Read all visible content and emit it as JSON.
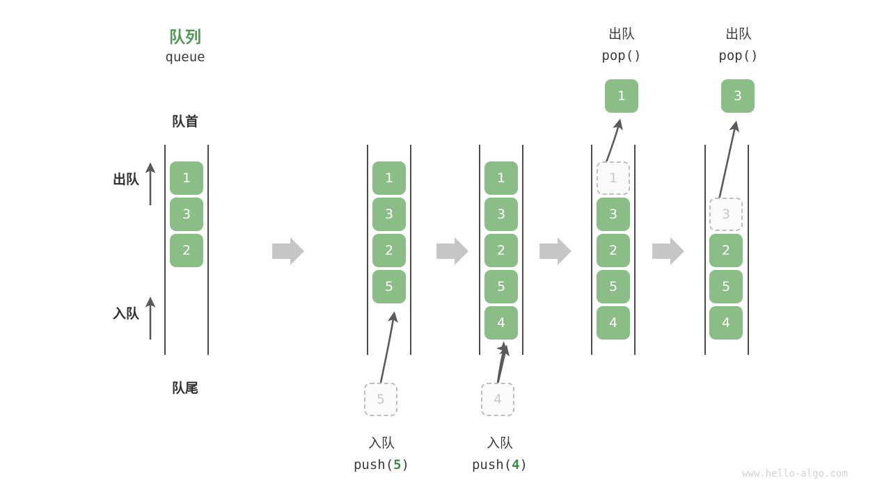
{
  "diagram": {
    "title_cn": "队列",
    "title_en": "queue",
    "head_label": "队首",
    "tail_label": "队尾",
    "dequeue_label": "出队",
    "enqueue_label": "入队",
    "watermark": "www.hello-algo.com",
    "colors": {
      "node_green": "#8bbd86",
      "title_green": "#4e9a51",
      "value_green": "#3f8c43",
      "rail": "#4a4a4a",
      "ghost_border": "#bdbdbd",
      "ghost_text": "#c9c9c9",
      "chevron": "#c6c6c6",
      "arrow": "#5a5a5a",
      "text": "#3b3b3b",
      "watermark": "#d2d2d2"
    }
  },
  "stages": [
    {
      "id": "initial",
      "caption_cn": "",
      "caption_code": "",
      "nodes": [
        "1",
        "3",
        "2"
      ],
      "ghost_index": -1,
      "incoming": null,
      "popped": null
    },
    {
      "id": "push-5",
      "caption_cn": "入队",
      "caption_code_prefix": "push(",
      "caption_code_value": "5",
      "caption_code_suffix": ")",
      "nodes": [
        "1",
        "3",
        "2",
        "5"
      ],
      "ghost_index": -1,
      "incoming": "5",
      "popped": null
    },
    {
      "id": "push-4",
      "caption_cn": "入队",
      "caption_code_prefix": "push(",
      "caption_code_value": "4",
      "caption_code_suffix": ")",
      "nodes": [
        "1",
        "3",
        "2",
        "5",
        "4"
      ],
      "ghost_index": -1,
      "incoming": "4",
      "popped": null
    },
    {
      "id": "pop-1",
      "header_cn": "出队",
      "header_code": "pop()",
      "nodes": [
        "1",
        "3",
        "2",
        "5",
        "4"
      ],
      "ghost_index": 0,
      "incoming": null,
      "popped": "1"
    },
    {
      "id": "pop-3",
      "header_cn": "出队",
      "header_code": "pop()",
      "nodes": [
        "",
        "3",
        "2",
        "5",
        "4"
      ],
      "ghost_index": 1,
      "incoming": null,
      "popped": "3"
    }
  ],
  "labels": {
    "pop_header_cn": "出队",
    "pop_header_code": "pop()",
    "push_caption_cn": "入队",
    "push5_code_prefix": "push(",
    "push5_code_value": "5",
    "push5_code_suffix": ")",
    "push4_code_prefix": "push(",
    "push4_code_value": "4",
    "push4_code_suffix": ")"
  },
  "node_values": {
    "c1": [
      "1",
      "3",
      "2"
    ],
    "c2": [
      "1",
      "3",
      "2",
      "5"
    ],
    "c3": [
      "1",
      "3",
      "2",
      "5",
      "4"
    ],
    "c4_ghost": "1",
    "c4": [
      "3",
      "2",
      "5",
      "4"
    ],
    "c5_ghost": "3",
    "c5": [
      "2",
      "5",
      "4"
    ],
    "incoming5": "5",
    "incoming4": "4",
    "popped1": "1",
    "popped3": "3"
  }
}
